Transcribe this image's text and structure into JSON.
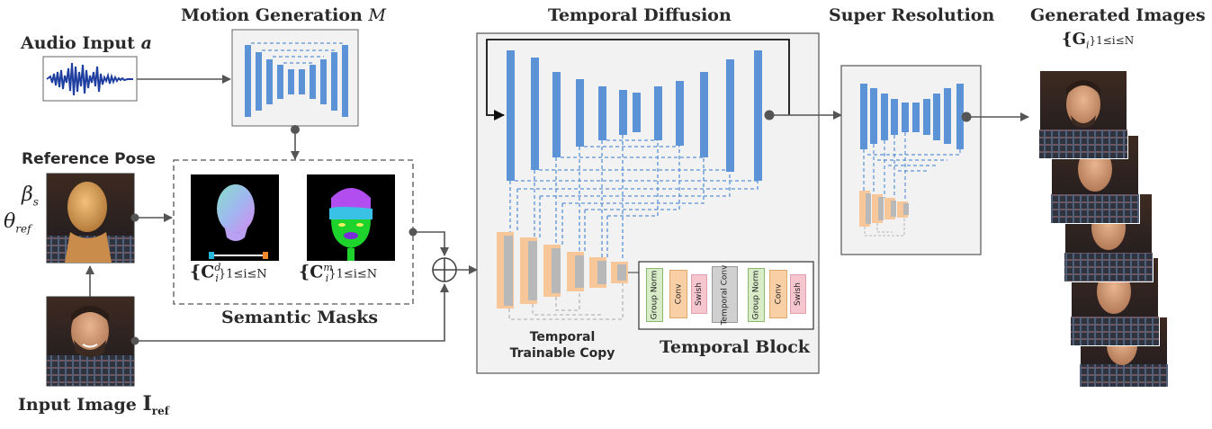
{
  "titles": {
    "motion_generation": "Motion Generation",
    "motion_generation_symbol": "M",
    "temporal_diffusion": "Temporal Diffusion",
    "super_resolution": "Super Resolution",
    "generated_images": "Generated Images",
    "generated_images_symbol": "{G",
    "generated_images_sub": "i",
    "generated_images_range": "}1≤i≤N"
  },
  "inputs": {
    "audio_label": "Audio Input",
    "audio_symbol": "a",
    "reference_pose": "Reference Pose",
    "beta": "β",
    "beta_sub": "s",
    "theta": "θ",
    "theta_sub": "ref",
    "input_image": "Input Image",
    "input_image_symbol": "I",
    "input_image_sub": "ref"
  },
  "masks": {
    "title": "Semantic Masks",
    "depth_symbol": "{C",
    "depth_sup": "d",
    "depth_sub": "i",
    "depth_range": "}1≤i≤N",
    "mask_symbol": "{C",
    "mask_sup": "m",
    "mask_sub": "i",
    "mask_range": "}1≤i≤N"
  },
  "temporal": {
    "copy_label_line1": "Temporal",
    "copy_label_line2": "Trainable Copy",
    "block_title": "Temporal Block",
    "block_cells": [
      "Group Norm",
      "Conv",
      "Swish",
      "Temporal Conv",
      "Group Norm",
      "Conv",
      "Swish"
    ]
  },
  "colors": {
    "unet_blue": "#5b93d6",
    "copy_orange": "#f7c79a",
    "copy_gray": "#b8b8b8",
    "panel_gray": "#f2f2f2",
    "arrow": "#555555",
    "dash_blue": "#5b93d6",
    "groupnorm_green": "#d8ecc8",
    "conv_orange": "#f9cfa5",
    "swish_pink": "#f6c6cf",
    "tconv_gray": "#d0d0d0"
  }
}
